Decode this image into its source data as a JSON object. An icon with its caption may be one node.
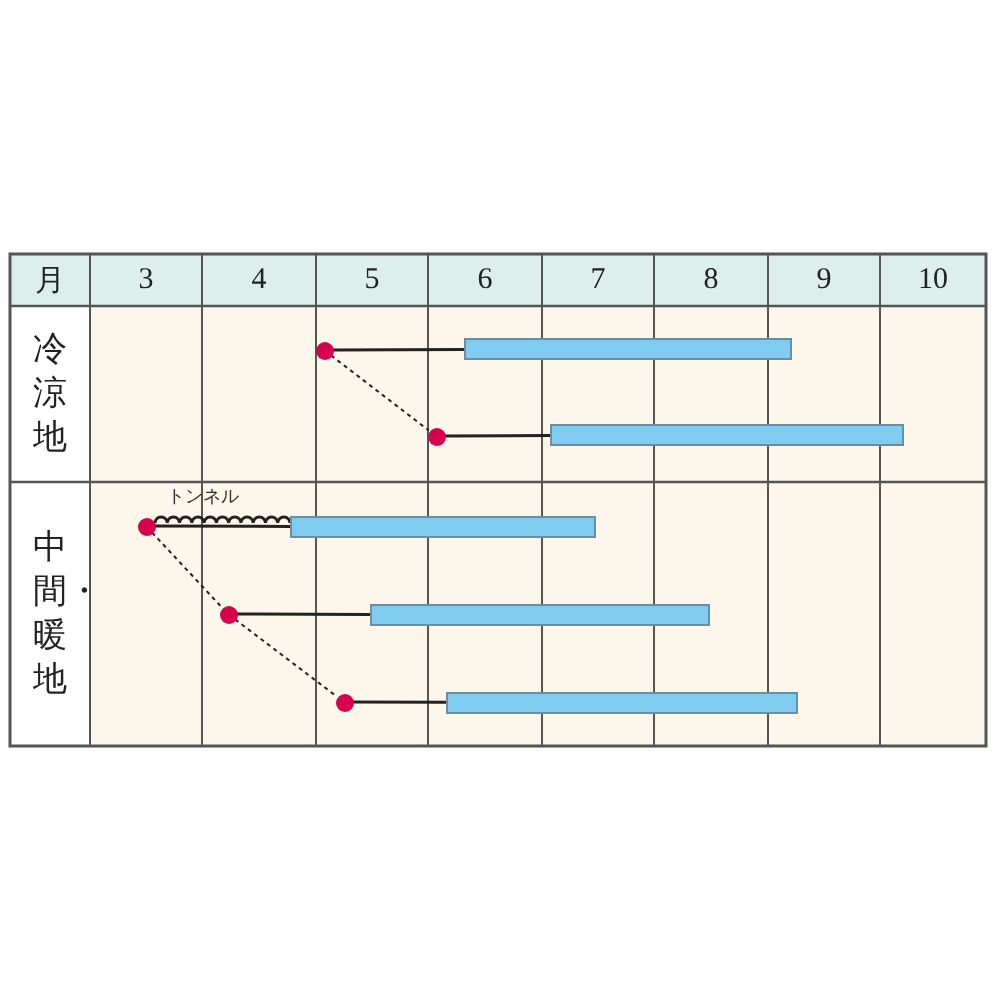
{
  "diagram": {
    "nodes": [
      {
        "text": [],
        "shape": "circle"
      },
      {
        "text": [],
        "shape": "bar"
      },
      {
        "text": [],
        "shape": "circle"
      },
      {
        "text": [],
        "shape": "bar"
      },
      {
        "text": [],
        "shape": "circle"
      },
      {
        "text": [],
        "shape": "bar"
      },
      {
        "text": [],
        "shape": "circle"
      },
      {
        "text": [],
        "shape": "bar"
      },
      {
        "text": [],
        "shape": "circle"
      },
      {
        "text": [],
        "shape": "bar"
      }
    ],
    "edges": [
      {
        "from": 0,
        "to": 1,
        "arrow": "none"
      },
      {
        "from": 0,
        "to": 2,
        "arrow": "none",
        "style": "dashed"
      },
      {
        "from": 2,
        "to": 3,
        "arrow": "none"
      },
      {
        "from": 4,
        "to": 5,
        "arrow": "none",
        "label": "トンネル"
      },
      {
        "from": 4,
        "to": 6,
        "arrow": "none",
        "style": "dashed"
      },
      {
        "from": 6,
        "to": 7,
        "arrow": "none"
      },
      {
        "from": 6,
        "to": 8,
        "arrow": "none",
        "style": "dashed"
      },
      {
        "from": 8,
        "to": 9,
        "arrow": "none"
      }
    ],
    "labels": [
      "月",
      "3",
      "4",
      "5",
      "6",
      "7",
      "8",
      "9",
      "10",
      "冷涼地",
      "中間・暖地"
    ]
  }
}
